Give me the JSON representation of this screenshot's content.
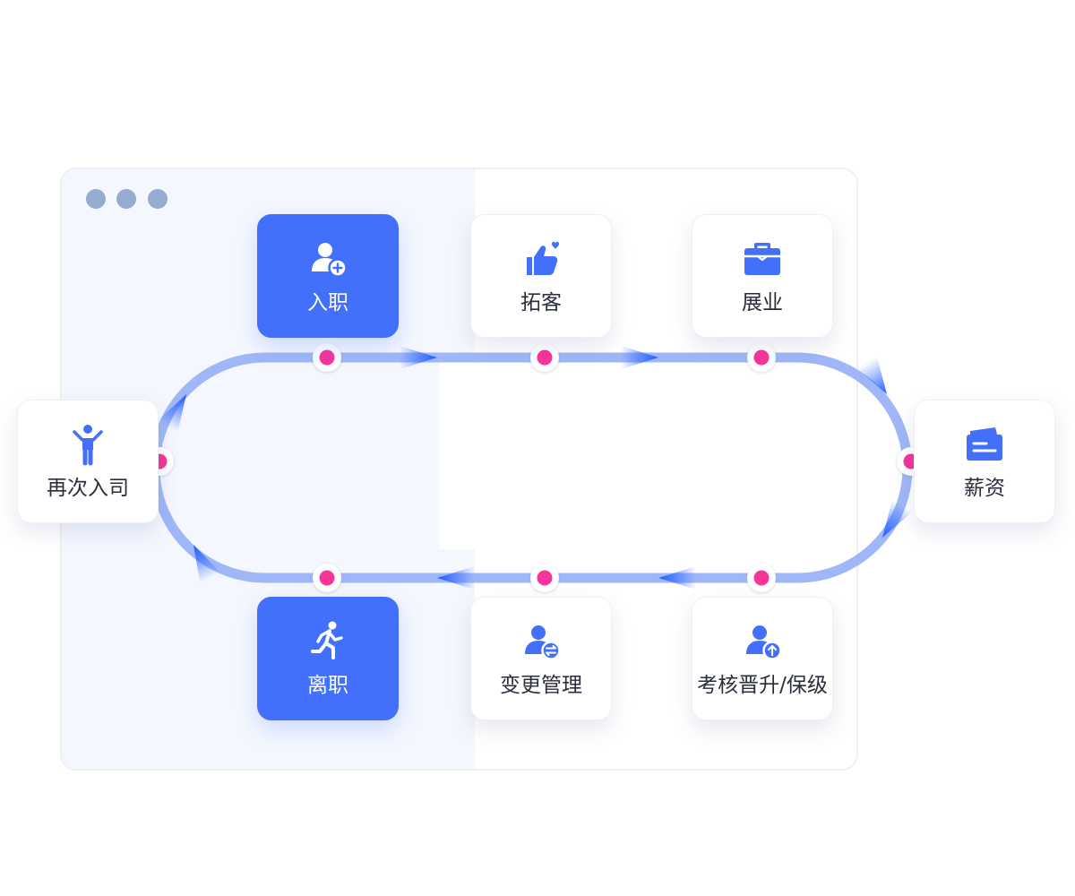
{
  "colors": {
    "accent": "#4270fb",
    "node": "#f5359a",
    "track": "#9fb7f8",
    "panel": "#f4f7fe"
  },
  "window_controls": [
    "dot",
    "dot",
    "dot"
  ],
  "steps": [
    {
      "id": "onboard",
      "label": "入职",
      "icon": "user-plus-icon",
      "highlight": true
    },
    {
      "id": "prospect",
      "label": "拓客",
      "icon": "thumbs-up-icon",
      "highlight": false
    },
    {
      "id": "business",
      "label": "展业",
      "icon": "briefcase-icon",
      "highlight": false
    },
    {
      "id": "salary",
      "label": "薪资",
      "icon": "wallet-icon",
      "highlight": false
    },
    {
      "id": "promotion",
      "label": "考核晋升/保级",
      "icon": "user-upgrade-icon",
      "highlight": false
    },
    {
      "id": "change",
      "label": "变更管理",
      "icon": "user-transfer-icon",
      "highlight": false
    },
    {
      "id": "resign",
      "label": "离职",
      "icon": "running-person-icon",
      "highlight": true
    },
    {
      "id": "rejoin",
      "label": "再次入司",
      "icon": "person-cheer-icon",
      "highlight": false
    }
  ]
}
